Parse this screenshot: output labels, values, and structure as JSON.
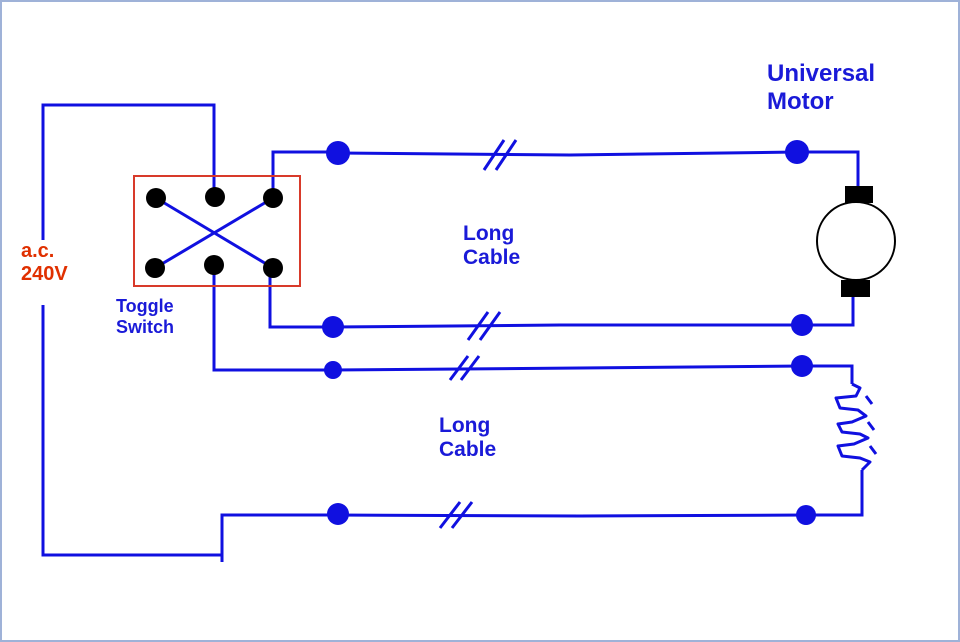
{
  "labels": {
    "motor_line1": "Universal",
    "motor_line2": "Motor",
    "source_line1": "a.c.",
    "source_line2": "240V",
    "switch_line1": "Toggle",
    "switch_line2": "Switch",
    "cable_upper_line1": "Long",
    "cable_upper_line2": "Cable",
    "cable_lower_line1": "Long",
    "cable_lower_line2": "Cable"
  },
  "colors": {
    "wire": "#1010e0",
    "text_blue": "#1a1ad8",
    "text_red": "#e03000",
    "switch_box": "#d83a2a",
    "terminal": "#000000",
    "frame": "#9fb2d8"
  }
}
